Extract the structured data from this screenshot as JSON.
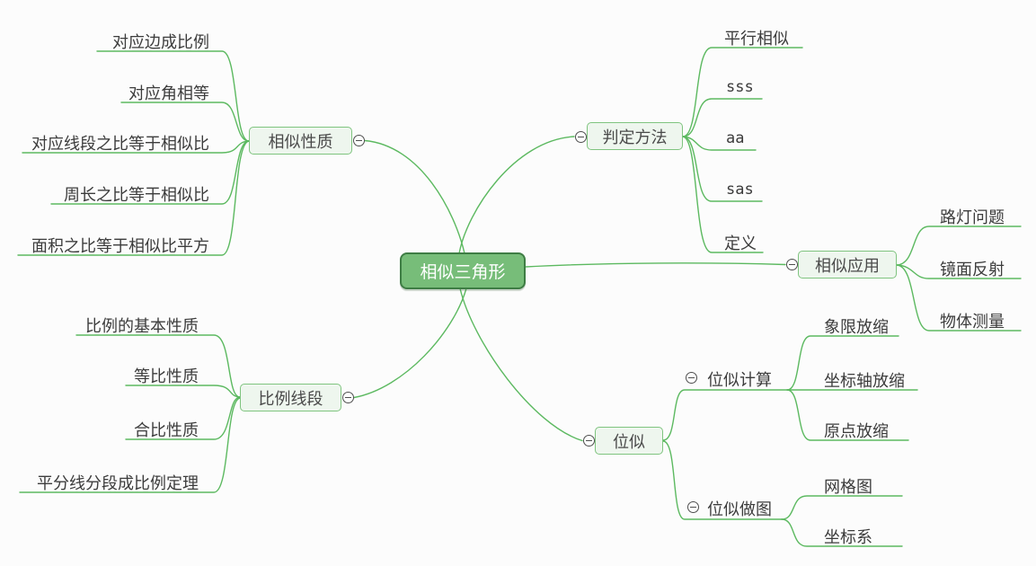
{
  "root": {
    "label": "相似三角形"
  },
  "branches": [
    {
      "label": "相似性质",
      "children": [
        {
          "label": "对应边成比例"
        },
        {
          "label": "对应角相等"
        },
        {
          "label": "对应线段之比等于相似比"
        },
        {
          "label": "周长之比等于相似比"
        },
        {
          "label": "面积之比等于相似比平方"
        }
      ]
    },
    {
      "label": "判定方法",
      "children": [
        {
          "label": "平行相似"
        },
        {
          "label": "sss"
        },
        {
          "label": "aa"
        },
        {
          "label": "sas"
        },
        {
          "label": "定义"
        }
      ]
    },
    {
      "label": "相似应用",
      "children": [
        {
          "label": "路灯问题"
        },
        {
          "label": "镜面反射"
        },
        {
          "label": "物体测量"
        }
      ]
    },
    {
      "label": "比例线段",
      "children": [
        {
          "label": "比例的基本性质"
        },
        {
          "label": "等比性质"
        },
        {
          "label": "合比性质"
        },
        {
          "label": "平分线分段成比例定理"
        }
      ]
    },
    {
      "label": "位似",
      "children": [
        {
          "label": "位似计算",
          "children": [
            {
              "label": "象限放缩"
            },
            {
              "label": "坐标轴放缩"
            },
            {
              "label": "原点放缩"
            }
          ]
        },
        {
          "label": "位似做图",
          "children": [
            {
              "label": "网格图"
            },
            {
              "label": "坐标系"
            }
          ]
        }
      ]
    }
  ],
  "icons": {
    "collapse": "minus-circle"
  },
  "colors": {
    "branch_line": "#5cb960",
    "root_fill": "#77bd79",
    "root_border": "#3e7d44",
    "topic_fill": "#eef6ee",
    "topic_border": "#7fc47f",
    "text": "#3c3c3c"
  }
}
